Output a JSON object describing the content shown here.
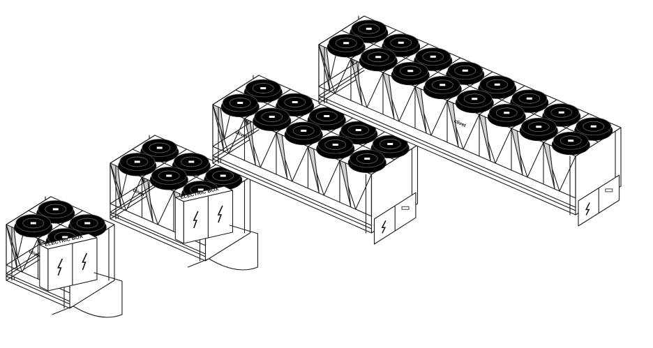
{
  "labels": {
    "brand": "clivet",
    "electric_box": "ELECTRIC BOX"
  },
  "units": [
    {
      "name": "unit-1",
      "fan_rows": 2,
      "fans_per_row": 2,
      "electric_box": "front",
      "doors": 2
    },
    {
      "name": "unit-2",
      "fan_rows": 2,
      "fans_per_row": 3,
      "electric_box": "front",
      "doors": 2
    },
    {
      "name": "unit-3",
      "fan_rows": 2,
      "fans_per_row": 5,
      "electric_box": "side",
      "doors": 2
    },
    {
      "name": "unit-4",
      "fan_rows": 2,
      "fans_per_row": 8,
      "electric_box": "side",
      "doors": 2
    }
  ],
  "colors": {
    "line": "#1a1a1a",
    "fan": "#000000",
    "coil_shade": "#cfcfcf",
    "panel": "#ffffff",
    "background": "#ffffff"
  }
}
